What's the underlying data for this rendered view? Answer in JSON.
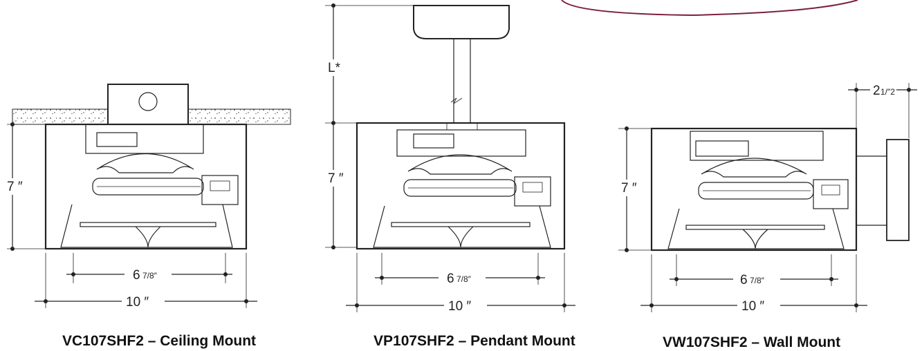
{
  "fixtures": [
    {
      "caption": "VC107SHF2 – Ceiling Mount",
      "height": "7 ″",
      "aperture_whole": "6",
      "aperture_frac": "7/8″",
      "width": "10 ″"
    },
    {
      "caption": "VP107SHF2 – Pendant Mount",
      "height": "7 ″",
      "aperture_whole": "6",
      "aperture_frac": "7/8″",
      "width": "10 ″",
      "stem_length": "L*"
    },
    {
      "caption": "VW107SHF2 – Wall Mount",
      "height": "7 ″",
      "aperture_whole": "6",
      "aperture_frac": "7/8″",
      "width": "10 ″",
      "wall_offset_whole": "2",
      "wall_offset_frac": "1/″2"
    }
  ],
  "colors": {
    "line": "#222222",
    "banner_stroke": "#7a1f3d"
  }
}
